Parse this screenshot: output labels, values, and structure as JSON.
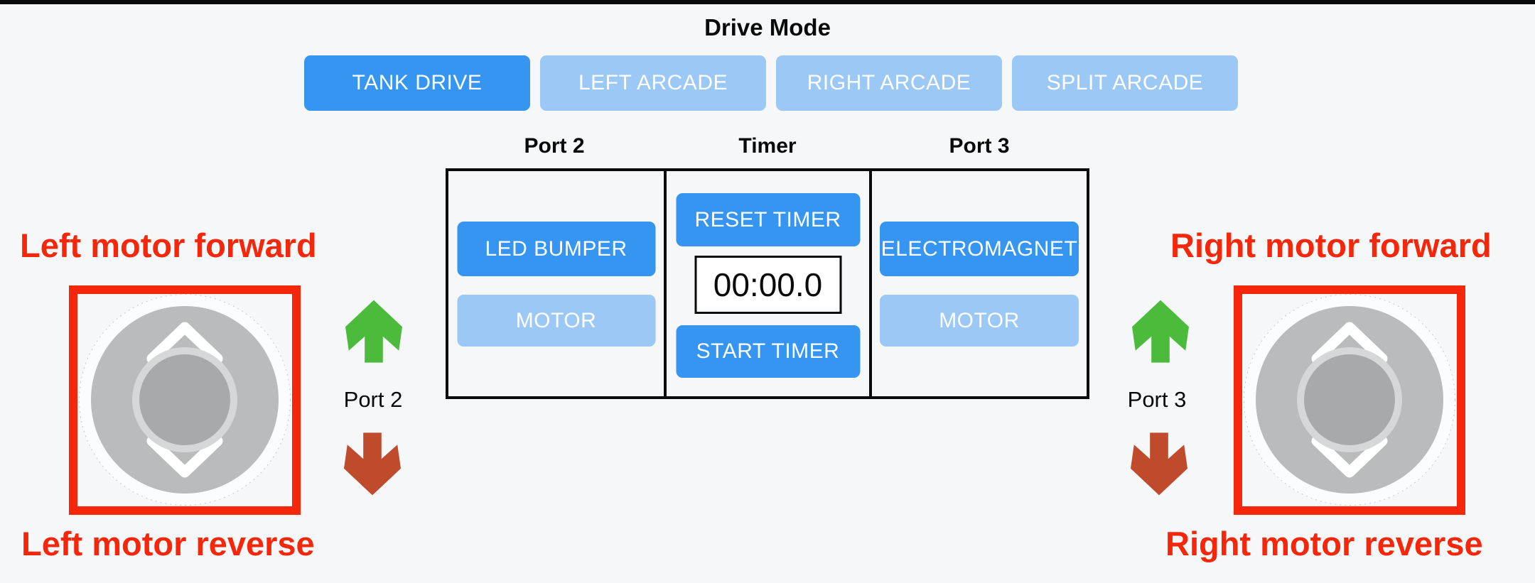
{
  "drive_mode": {
    "title": "Drive Mode",
    "buttons": [
      {
        "label": "TANK DRIVE",
        "active": true
      },
      {
        "label": "LEFT ARCADE",
        "active": false
      },
      {
        "label": "RIGHT ARCADE",
        "active": false
      },
      {
        "label": "SPLIT ARCADE",
        "active": false
      }
    ]
  },
  "panel": {
    "port2": {
      "header": "Port 2",
      "buttons": [
        {
          "label": "LED BUMPER",
          "active": true
        },
        {
          "label": "MOTOR",
          "active": false
        }
      ]
    },
    "timer": {
      "header": "Timer",
      "reset_label": "RESET TIMER",
      "display": "00:00.0",
      "start_label": "START TIMER"
    },
    "port3": {
      "header": "Port 3",
      "buttons": [
        {
          "label": "ELECTROMAGNET",
          "active": true
        },
        {
          "label": "MOTOR",
          "active": false
        }
      ]
    }
  },
  "left_joystick": {
    "forward_label": "Left motor forward",
    "reverse_label": "Left motor reverse",
    "port_label": "Port 2"
  },
  "right_joystick": {
    "forward_label": "Right motor forward",
    "reverse_label": "Right motor reverse",
    "port_label": "Port 3"
  },
  "colors": {
    "active_blue": "#3595F1",
    "inactive_blue": "#9BC8F5",
    "red_accent": "#F4270B",
    "forward_green": "#4CBB3B",
    "reverse_brick": "#C04A2C",
    "joystick_base_gray": "#babbbd",
    "joystick_ring_gray": "#d6d7d9",
    "joystick_knob_gray": "#a8a9ab",
    "background": "#f6f7f9"
  }
}
